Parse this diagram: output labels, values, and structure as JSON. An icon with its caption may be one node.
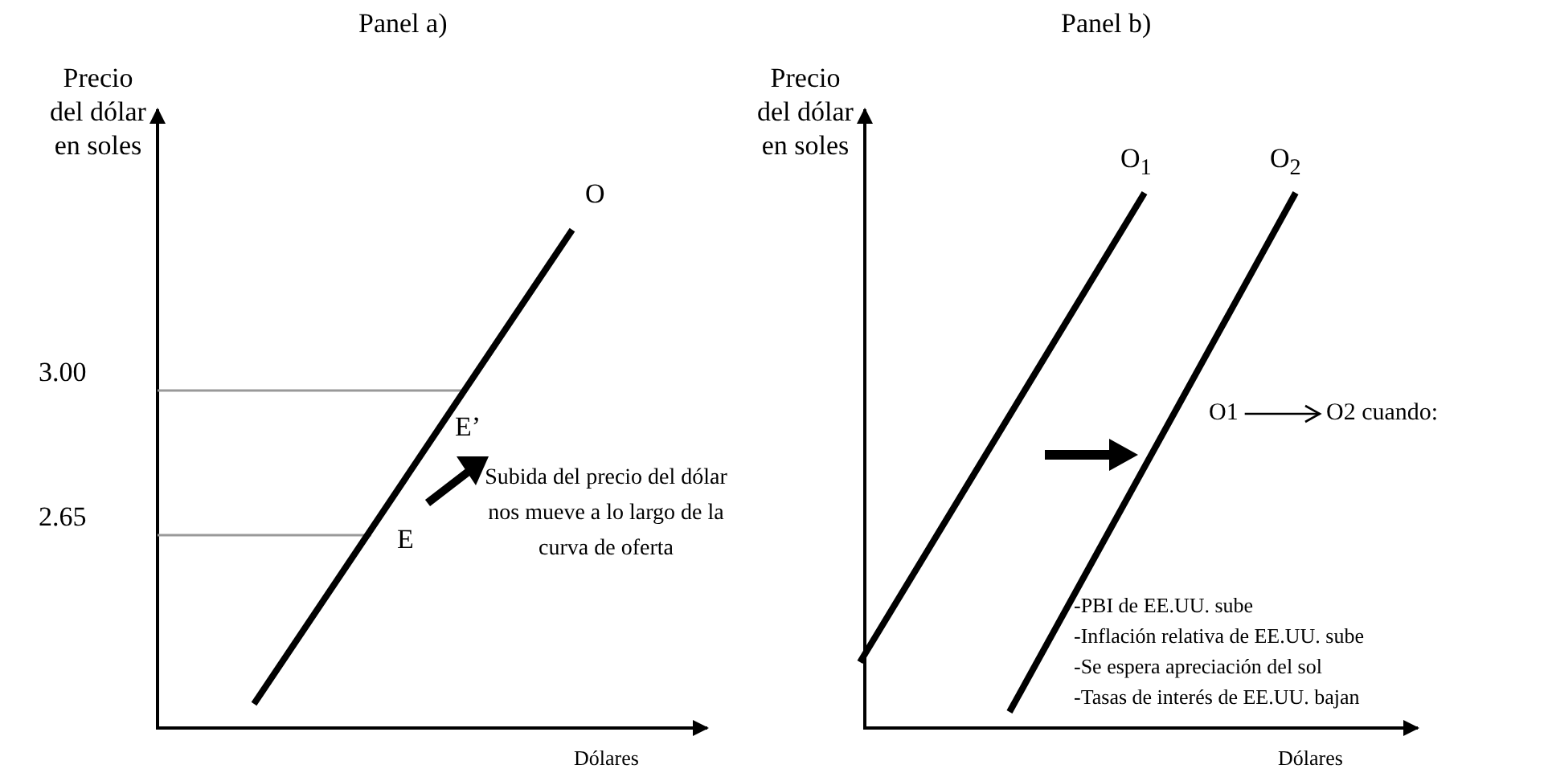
{
  "diagram": {
    "nodes": [
      {
        "text": [
          "O1"
        ]
      },
      {
        "text": [
          "O2 cuando:"
        ]
      }
    ],
    "edges": [
      {
        "from": 0,
        "to": 1,
        "arrow": "to"
      }
    ],
    "labels": [
      "Panel a)",
      "Panel b)",
      "Precio del dólar en soles",
      "Precio del dólar en soles",
      "O",
      "O$_{1}$",
      "O$_{2}$",
      "3.00",
      "E’",
      "Subida del precio del dólar nos mueve a lo largo de la curva de oferta",
      "2.65",
      "E",
      "-PBI de EE.UU. sube",
      "-Inflación relativa de EE.UU. sube",
      "-Se espera apreciación del sol",
      "-Tasas de interés de EE.UU. bajan",
      "Dólares",
      "Dólares"
    ]
  }
}
